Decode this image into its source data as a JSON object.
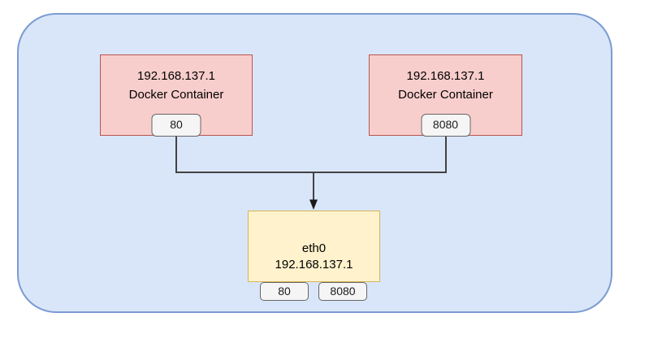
{
  "diagram": {
    "nodes": {
      "docker_left": {
        "ip": "192.168.137.1",
        "label": "Docker Container",
        "port": "80"
      },
      "docker_right": {
        "ip": "192.168.137.1",
        "label": "Docker Container",
        "port": "8080"
      },
      "eth0": {
        "name": "eth0",
        "ip": "192.168.137.1",
        "ports": [
          "80",
          "8080"
        ]
      }
    },
    "colors": {
      "network_fill": "#d9e6f9",
      "network_border": "#7b9bd2",
      "docker_fill": "#f8cecc",
      "docker_border": "#b85450",
      "interface_fill": "#fff2cc",
      "interface_border": "#d6b656",
      "port_fill": "#f5f5f5",
      "port_border": "#666666",
      "connector": "#424242",
      "arrowhead": "#1a1a1a"
    }
  }
}
